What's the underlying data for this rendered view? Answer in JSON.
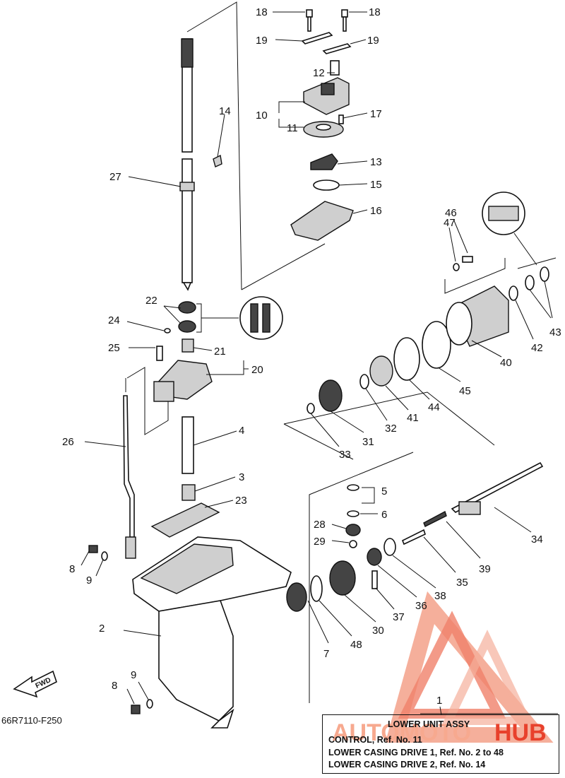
{
  "figure_code": "66R7110-F250",
  "fwd_label": "FWD",
  "labels": {
    "p1": "1",
    "p2": "2",
    "p3": "3",
    "p4": "4",
    "p5": "5",
    "p6": "6",
    "p7": "7",
    "p8a": "8",
    "p8b": "8",
    "p9a": "9",
    "p9b": "9",
    "p10": "10",
    "p11": "11",
    "p12": "12",
    "p13": "13",
    "p14": "14",
    "p15": "15",
    "p16": "16",
    "p17": "17",
    "p18a": "18",
    "p18b": "18",
    "p19a": "19",
    "p19b": "19",
    "p20": "20",
    "p21": "21",
    "p22": "22",
    "p23": "23",
    "p24": "24",
    "p25": "25",
    "p26": "26",
    "p27": "27",
    "p28": "28",
    "p29": "29",
    "p30": "30",
    "p31": "31",
    "p32": "32",
    "p33": "33",
    "p34": "34",
    "p35": "35",
    "p36": "36",
    "p37": "37",
    "p38": "38",
    "p39": "39",
    "p40": "40",
    "p41": "41",
    "p42": "42",
    "p43": "43",
    "p44": "44",
    "p45": "45",
    "p46": "46",
    "p47": "47",
    "p48": "48"
  },
  "info_box": {
    "title": "LOWER UNIT ASSY",
    "line1": "CONTROL, Ref. No. 11",
    "line2": "LOWER CASING DRIVE 1, Ref. No. 2 to 48",
    "line3": "LOWER CASING DRIVE 2, Ref. No. 14"
  },
  "watermark": {
    "text_part1": "AUTOMOTO",
    "text_part2": "HUB",
    "color_primary": "#e8412c",
    "color_secondary": "#f7a98f"
  }
}
